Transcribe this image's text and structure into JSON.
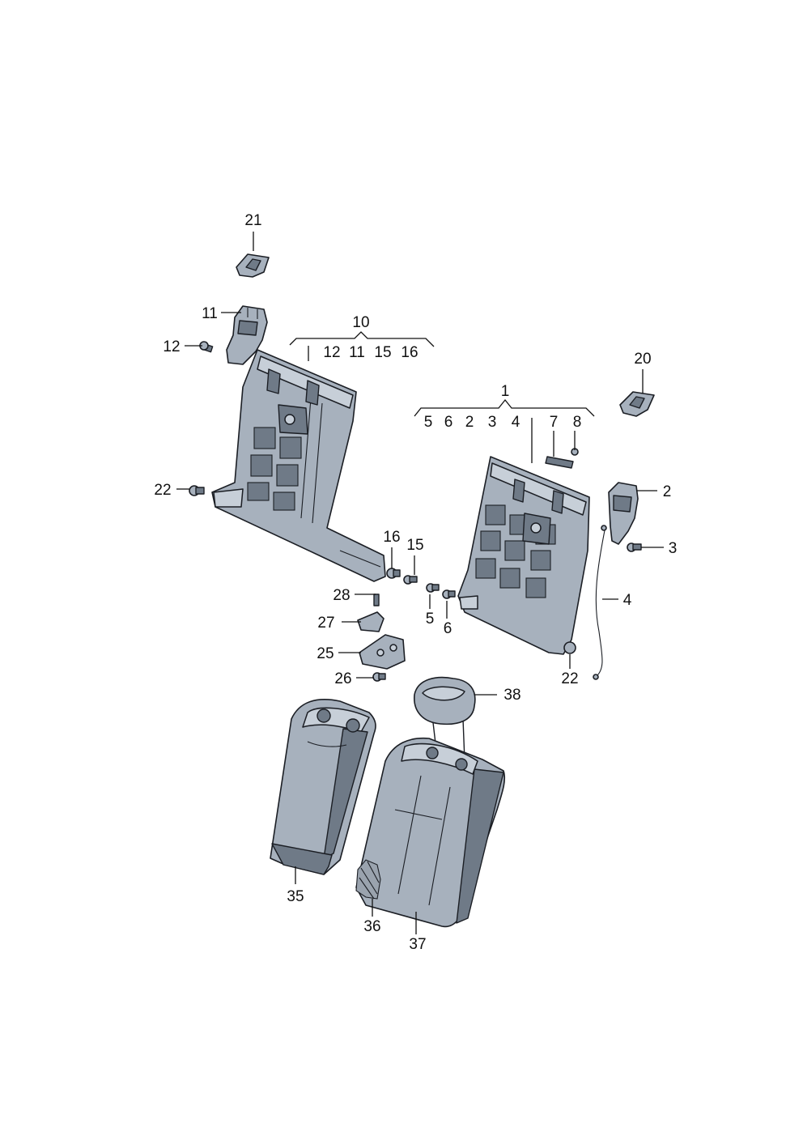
{
  "labels": {
    "l1": "1",
    "l2": "2",
    "l3": "3",
    "l4": "4",
    "l5": "5",
    "l6": "6",
    "l10": "10",
    "l11": "11",
    "l12": "12",
    "l15": "15",
    "l16": "16",
    "l20": "20",
    "l21": "21",
    "l22a": "22",
    "l22b": "22",
    "l25": "25",
    "l26": "26",
    "l27": "27",
    "l28": "28",
    "l35": "35",
    "l36": "36",
    "l37": "37",
    "l38": "38"
  },
  "group_1_items": [
    "5",
    "6",
    "2",
    "3",
    "4",
    "7",
    "8"
  ],
  "group_10_items": [
    "12",
    "11",
    "15",
    "16"
  ],
  "colors": {
    "part_fill": "#a7b1bd",
    "part_shadow": "#6f7a87",
    "outline": "#1b1e24"
  }
}
